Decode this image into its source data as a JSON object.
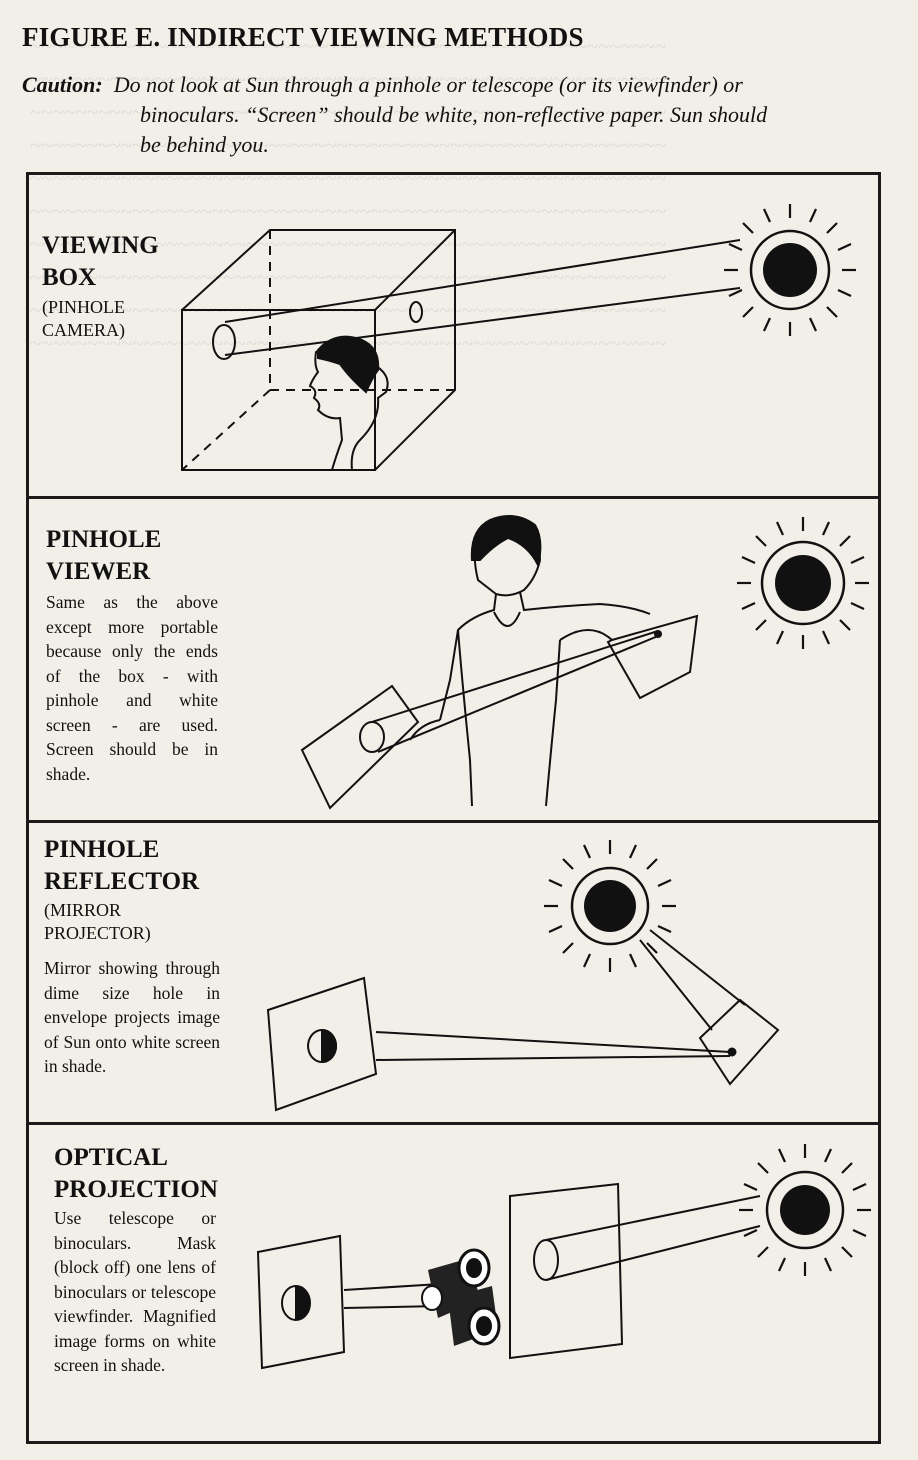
{
  "figure_title": "FIGURE E.  INDIRECT VIEWING METHODS",
  "caution": {
    "label": "Caution:",
    "line1": "Do not look at Sun through a pinhole or telescope (or its viewfinder) or",
    "line2": "binoculars.  “Screen” should be white, non-reflective paper.  Sun should",
    "line3": "be behind you."
  },
  "panels": [
    {
      "title_line1": "VIEWING",
      "title_line2": "BOX",
      "subtitle_line1": "(PINHOLE",
      "subtitle_line2": "CAMERA)"
    },
    {
      "title_line1": "PINHOLE",
      "title_line2": "VIEWER",
      "description": "Same as the above except more portable because only the ends of the box - with pinhole and white screen - are used. Screen should be in shade."
    },
    {
      "title_line1": "PINHOLE",
      "title_line2": "REFLECTOR",
      "subtitle_line1": "(MIRROR",
      "subtitle_line2": "PROJECTOR)",
      "description": "Mirror showing through dime size hole in envelope projects image of Sun onto white screen in shade."
    },
    {
      "title_line1": "OPTICAL",
      "title_line2": "PROJECTION",
      "description": "Use telescope or binoculars. Mask (block off) one lens of binoculars or telescope viewfinder. Magnified image forms on white screen in shade."
    }
  ]
}
